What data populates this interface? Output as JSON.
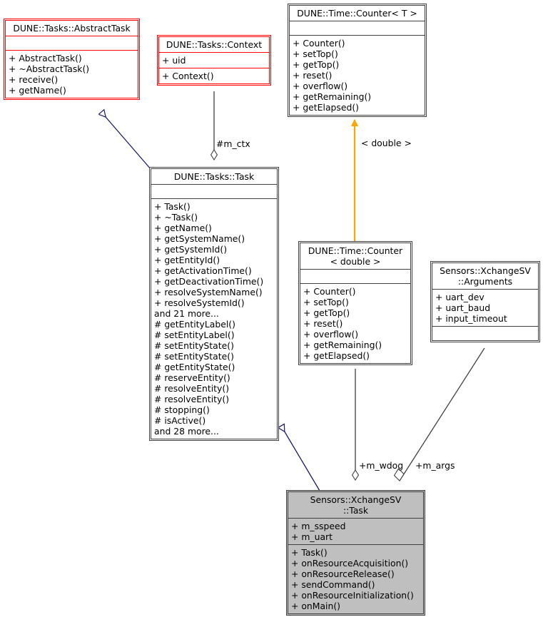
{
  "diagram": {
    "title": "Sensors::XchangeSV::Task class inheritance diagram",
    "colors": {
      "abstract_border": "#ff0000",
      "normal_border": "#000000",
      "dark_border": "#404040",
      "highlight_fill": "#bfbfbf",
      "inheritance_edge": "#191970",
      "usage_edge": "#404040",
      "template_edge": "#ffa500",
      "background": "#ffffff"
    }
  },
  "nodes": {
    "abstract_task": {
      "title": "DUNE::Tasks::AbstractTask",
      "attributes": "",
      "operations": "+ AbstractTask()\n+ ~AbstractTask()\n+ receive()\n+ getName()"
    },
    "context": {
      "title": "DUNE::Tasks::Context",
      "attributes": "+ uid",
      "operations": "+ Context()"
    },
    "counter_t": {
      "title": "DUNE::Time::Counter< T >",
      "attributes": "",
      "operations": "+ Counter()\n+ setTop()\n+ getTop()\n+ reset()\n+ overflow()\n+ getRemaining()\n+ getElapsed()"
    },
    "task": {
      "title": "DUNE::Tasks::Task",
      "attributes": "",
      "operations": "+ Task()\n+ ~Task()\n+ getName()\n+ getSystemName()\n+ getSystemId()\n+ getEntityId()\n+ getActivationTime()\n+ getDeactivationTime()\n+ resolveSystemName()\n+ resolveSystemId()\nand 21 more...\n# getEntityLabel()\n# setEntityLabel()\n# setEntityState()\n# setEntityState()\n# getEntityState()\n# reserveEntity()\n# resolveEntity()\n# resolveEntity()\n# stopping()\n# isActive()\nand 28 more..."
    },
    "counter_double": {
      "title": "DUNE::Time::Counter\n< double >",
      "attributes": "",
      "operations": "+ Counter()\n+ setTop()\n+ getTop()\n+ reset()\n+ overflow()\n+ getRemaining()\n+ getElapsed()"
    },
    "arguments": {
      "title": "Sensors::XchangeSV\n::Arguments",
      "attributes": "+ uart_dev\n+ uart_baud\n+ input_timeout",
      "operations": ""
    },
    "xchange_task": {
      "title": "Sensors::XchangeSV\n::Task",
      "attributes": "+ m_sspeed\n+ m_uart",
      "operations": "+ Task()\n+ onResourceAcquisition()\n+ onResourceRelease()\n+ sendCommand()\n+ onResourceInitialization()\n+ onMain()"
    }
  },
  "edge_labels": {
    "m_ctx": "#m_ctx",
    "double_param": "< double >",
    "m_wdog": "+m_wdog",
    "m_args": "+m_args"
  }
}
